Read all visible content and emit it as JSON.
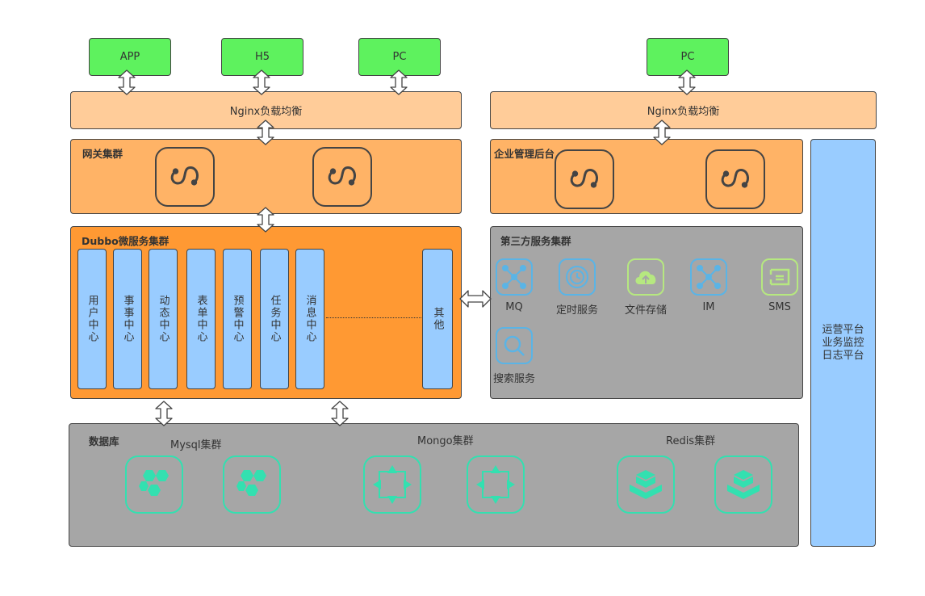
{
  "clients": {
    "app": "APP",
    "h5": "H5",
    "pc_left": "PC",
    "pc_right": "PC"
  },
  "nginx": {
    "left": "Nginx负载均衡",
    "right": "Nginx负载均衡"
  },
  "gateway": {
    "title": "网关集群"
  },
  "admin": {
    "title": "企业管理后台"
  },
  "dubbo": {
    "title": "Dubbo微服务集群",
    "services": [
      "用户中心",
      "事事中心",
      "动态中心",
      "表单中心",
      "预警中心",
      "任务中心",
      "消息中心"
    ],
    "other": "其他"
  },
  "third_party": {
    "title": "第三方服务集群",
    "items": [
      {
        "label": "MQ",
        "icon": "network-node-icon",
        "color": "#5ab4e6"
      },
      {
        "label": "定时服务",
        "icon": "clock-icon",
        "color": "#5ab4e6"
      },
      {
        "label": "文件存储",
        "icon": "cloud-upload-icon",
        "color": "#b6e880"
      },
      {
        "label": "IM",
        "icon": "network-node-icon",
        "color": "#5ab4e6"
      },
      {
        "label": "SMS",
        "icon": "message-icon",
        "color": "#b6e880"
      },
      {
        "label": "搜索服务",
        "icon": "search-icon",
        "color": "#5ab4e6"
      }
    ]
  },
  "ops": {
    "lines": [
      "运营平台",
      "业务监控",
      "日志平台"
    ]
  },
  "database": {
    "title": "数据库",
    "mysql": "Mysql集群",
    "mongo": "Mongo集群",
    "redis": "Redis集群",
    "icon_color": "#33e0b0"
  }
}
